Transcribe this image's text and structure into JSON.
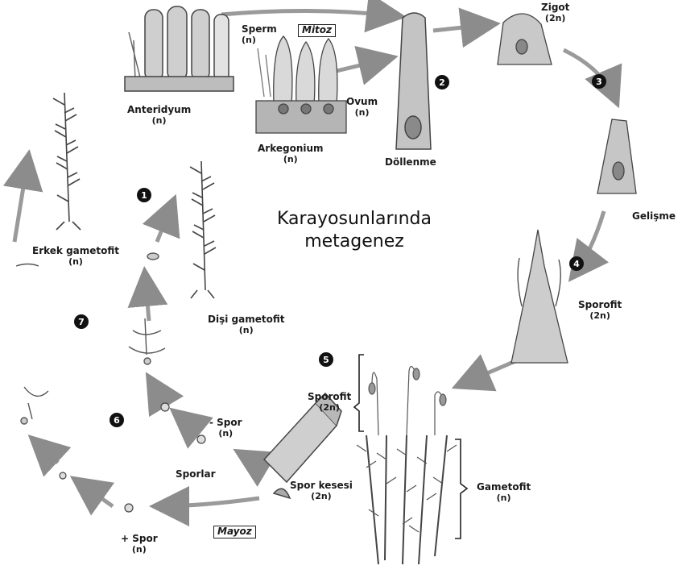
{
  "title": {
    "line1": "Karayosunlarında",
    "line2": "metagenez"
  },
  "labels": {
    "anteridyum": {
      "name": "Anteridyum",
      "ploidy": "(n)"
    },
    "sperm": {
      "name": "Sperm",
      "ploidy": "(n)"
    },
    "mitoz": "Mitoz",
    "ovum": {
      "name": "Ovum",
      "ploidy": "(n)"
    },
    "arkegonium": {
      "name": "Arkegonium",
      "ploidy": "(n)"
    },
    "dollenme": "Döllenme",
    "zigot": {
      "name": "Zigot",
      "ploidy": "(2n)"
    },
    "gelisme": "Gelişme",
    "sporofit_top": {
      "name": "Sporofit",
      "ploidy": "(2n)"
    },
    "sporofit_mid": {
      "name": "Sporofit",
      "ploidy": "(2n)"
    },
    "gametofit": {
      "name": "Gametofit",
      "ploidy": "(n)"
    },
    "spor_kesesi": {
      "name": "Spor kesesi",
      "ploidy": "(2n)"
    },
    "mayoz": "Mayoz",
    "spor_plus": {
      "name": "+ Spor",
      "ploidy": "(n)"
    },
    "spor_minus": {
      "name": "- Spor",
      "ploidy": "(n)"
    },
    "sporlar": "Sporlar",
    "disi_gametofit": {
      "name": "Dişi gametofit",
      "ploidy": "(n)"
    },
    "erkek_gametofit": {
      "name": "Erkek gametofit",
      "ploidy": "(n)"
    }
  },
  "steps": [
    "1",
    "2",
    "3",
    "4",
    "5",
    "6",
    "7"
  ],
  "colors": {
    "ink": "#1a1a1a",
    "arrow": "#8c8c8c",
    "plant": "#5a5a5a"
  }
}
